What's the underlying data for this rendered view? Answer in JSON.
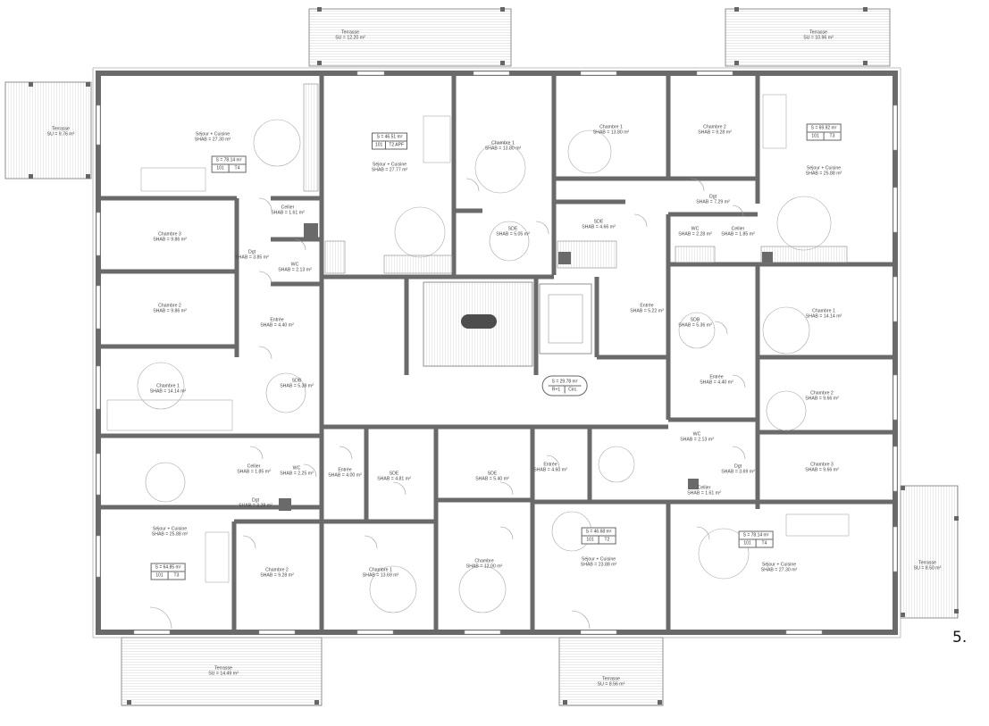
{
  "level_label": "5.",
  "terraces": [
    {
      "id": "t-top-left",
      "name": "Terrasse",
      "area": "SU = 12.20 m²"
    },
    {
      "id": "t-top-right",
      "name": "Terrasse",
      "area": "SU = 10.96 m²"
    },
    {
      "id": "t-left",
      "name": "Terrasse",
      "area": "SU = 9.76 m²"
    },
    {
      "id": "t-right",
      "name": "Terrasse",
      "area": "SU = 8.50 m²"
    },
    {
      "id": "t-bottom-left",
      "name": "Terrasse",
      "area": "SU = 14.49 m²"
    },
    {
      "id": "t-bottom-mid",
      "name": "Terrasse",
      "area": "SU = 8.56 m²"
    }
  ],
  "rooms": [
    {
      "name": "Séjour + Cuisine",
      "area": "SHAB = 27.30 m²"
    },
    {
      "name": "Chambre 3",
      "area": "SHAB = 9.86 m²"
    },
    {
      "name": "Chambre 2",
      "area": "SHAB = 9.86 m²"
    },
    {
      "name": "Chambre 1",
      "area": "SHAB = 14.14 m²"
    },
    {
      "name": "Cellier",
      "area": "SHAB = 1.61 m²"
    },
    {
      "name": "Dgt",
      "area": "SHAB = 3.85 m²"
    },
    {
      "name": "WC",
      "area": "SHAB = 2.13 m²"
    },
    {
      "name": "Entrée",
      "area": "SHAB = 4.40 m²"
    },
    {
      "name": "SDB",
      "area": "SHAB = 5.38 m²"
    },
    {
      "name": "Séjour + Cuisine",
      "area": "SHAB = 27.77 m²"
    },
    {
      "name": "Chambre 1",
      "area": "SHAB = 13.80 m²"
    },
    {
      "name": "SDE",
      "area": "SHAB = 5.05 m²"
    },
    {
      "name": "Chambre 1",
      "area": "SHAB = 13.80 m²"
    },
    {
      "name": "SDE",
      "area": "SHAB = 4.66 m²"
    },
    {
      "name": "Entrée",
      "area": "SHAB = 5.22 m²"
    },
    {
      "name": "Chambre 2",
      "area": "SHAB = 9.28 m²"
    },
    {
      "name": "Dgt",
      "area": "SHAB = 7.29 m²"
    },
    {
      "name": "WC",
      "area": "SHAB = 2.28 m²"
    },
    {
      "name": "Cellier",
      "area": "SHAB = 1.85 m²"
    },
    {
      "name": "Séjour + Cuisine",
      "area": "SHAB = 25.88 m²"
    },
    {
      "name": "SDB",
      "area": "SHAB = 5.36 m²"
    },
    {
      "name": "Chambre 1",
      "area": "SHAB = 14.14 m²"
    },
    {
      "name": "Entrée",
      "area": "SHAB = 4.40 m²"
    },
    {
      "name": "Chambre 2",
      "area": "SHAB = 9.66 m²"
    },
    {
      "name": "WC",
      "area": "SHAB = 2.13 m²"
    },
    {
      "name": "Dgt",
      "area": "SHAB = 3.69 m²"
    },
    {
      "name": "Chambre 3",
      "area": "SHAB = 9.66 m²"
    },
    {
      "name": "Cellier",
      "area": "SHAB = 1.61 m²"
    },
    {
      "name": "Séjour + Cuisine",
      "area": "SHAB = 27.30 m²"
    },
    {
      "name": "Cellier",
      "area": "SHAB = 1.85 m²"
    },
    {
      "name": "WC",
      "area": "SHAB = 2.25 m²"
    },
    {
      "name": "Dgt",
      "area": "SHAB = 3.28 m²"
    },
    {
      "name": "Séjour + Cuisine",
      "area": "SHAB = 25.88 m²"
    },
    {
      "name": "Chambre 2",
      "area": "SHAB = 9.28 m²"
    },
    {
      "name": "Entrée",
      "area": "SHAB = 4.00 m²"
    },
    {
      "name": "SDE",
      "area": "SHAB = 4.81 m²"
    },
    {
      "name": "Chambre 1",
      "area": "SHAB = 13.69 m²"
    },
    {
      "name": "SDE",
      "area": "SHAB = 5.40 m²"
    },
    {
      "name": "Chambre",
      "area": "SHAB = 12.00 m²"
    },
    {
      "name": "Entrée",
      "area": "SHAB = 4.60 m²"
    },
    {
      "name": "Séjour + Cuisine",
      "area": "SHAB = 23.88 m²"
    }
  ],
  "apartments": [
    {
      "area": "S = 78.14 m²",
      "id": "101",
      "type": "T4"
    },
    {
      "area": "S = 46.51 m²",
      "id": "101",
      "type": "T2 APF"
    },
    {
      "area": "S = 69.92 m²",
      "id": "101",
      "type": "T3"
    },
    {
      "area": "S = 64.85 m²",
      "id": "101",
      "type": "T3"
    },
    {
      "area": "S = 46.68 m²",
      "id": "101",
      "type": "T2"
    },
    {
      "area": "S = 78.14 m²",
      "id": "101",
      "type": "T4"
    },
    {
      "area": "S = 29.78 m²",
      "id": "R+1",
      "type": "Circ."
    }
  ]
}
